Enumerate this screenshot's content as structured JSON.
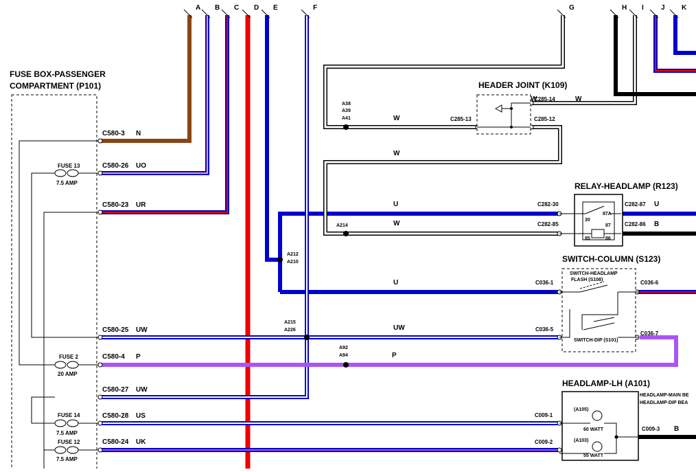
{
  "colors": {
    "brown": "#8B4513",
    "blue": "#0000CC",
    "red": "#EE0000",
    "pink": "#F2A0A0",
    "purple": "#A855F7",
    "black": "#000000",
    "white_wire": "#FFFFFF"
  },
  "labels": {
    "bus_letters": [
      "A",
      "B",
      "C",
      "D",
      "E",
      "F",
      "G",
      "H",
      "I",
      "J",
      "K"
    ],
    "fuse_box_title_line1": "FUSE BOX-PASSENGER",
    "fuse_box_title_line2": "COMPARTMENT (P101)",
    "header_joint_title": "HEADER JOINT (K109)",
    "relay_title": "RELAY-HEADLAMP (R123)",
    "switch_column_title": "SWITCH-COLUMN (S123)",
    "switch_flash_line1": "SWITCH-HEADLAMP",
    "switch_flash_line2": "FLASH (S108)",
    "switch_dip": "SWITCH-DIP (S101)",
    "headlamp_title": "HEADLAMP-LH (A101)",
    "headlamp_main": "HEADLAMP-MAIN BE",
    "headlamp_dip": "HEADLAMP-DIP BEA",
    "bulb_a105": "(A105)",
    "bulb_60w": "60 WATT",
    "bulb_a103": "(A103)",
    "bulb_55w": "55 WATT",
    "fuse13": "FUSE 13",
    "fuse13_rating": "7.5 AMP",
    "fuse2": "FUSE 2",
    "fuse2_rating": "20 AMP",
    "fuse14": "FUSE 14",
    "fuse14_rating": "7.5 AMP",
    "fuse12": "FUSE 12",
    "fuse12_rating": "7.5 AMP",
    "c580_3": "C580-3",
    "w_n": "N",
    "c580_26": "C580-26",
    "w_uo": "UO",
    "c580_23": "C580-23",
    "w_ur": "UR",
    "c580_25": "C580-25",
    "w_uw": "UW",
    "c580_4": "C580-4",
    "w_p": "P",
    "c580_27": "C580-27",
    "w_uw2": "UW",
    "c580_28": "C580-28",
    "w_us": "US",
    "c580_24": "C580-24",
    "w_uk": "UK",
    "splice_a38": "A38",
    "splice_a39": "A39",
    "splice_a41": "A41",
    "w_w1": "W",
    "w_w2": "W",
    "w_w3": "W",
    "w_w4": "W",
    "c285_13": "C285-13",
    "c285_14": "C285-14",
    "c285_12": "C285-12",
    "w_u1": "U",
    "c282_30": "C282-30",
    "c282_85": "C282-85",
    "c282_87": "C282-87",
    "w_u_right": "U",
    "c282_86": "C282-86",
    "w_b1": "B",
    "splice_a214": "A214",
    "splice_a212": "A212",
    "splice_a210": "A210",
    "w_u2": "U",
    "c036_1": "C036-1",
    "c036_6": "C036-6",
    "splice_a215": "A215",
    "splice_a226": "A226",
    "w_uw3": "UW",
    "c036_5": "C036-5",
    "c036_7": "C036-7",
    "splice_a92": "A92",
    "splice_a94": "A94",
    "w_p2": "P",
    "c009_1": "C009-1",
    "c009_2": "C009-2",
    "c009_3": "C009-3",
    "w_b2": "B",
    "relay_87a": "87A",
    "relay_87": "87",
    "relay_30": "30",
    "relay_85": "85",
    "relay_86": "86"
  }
}
